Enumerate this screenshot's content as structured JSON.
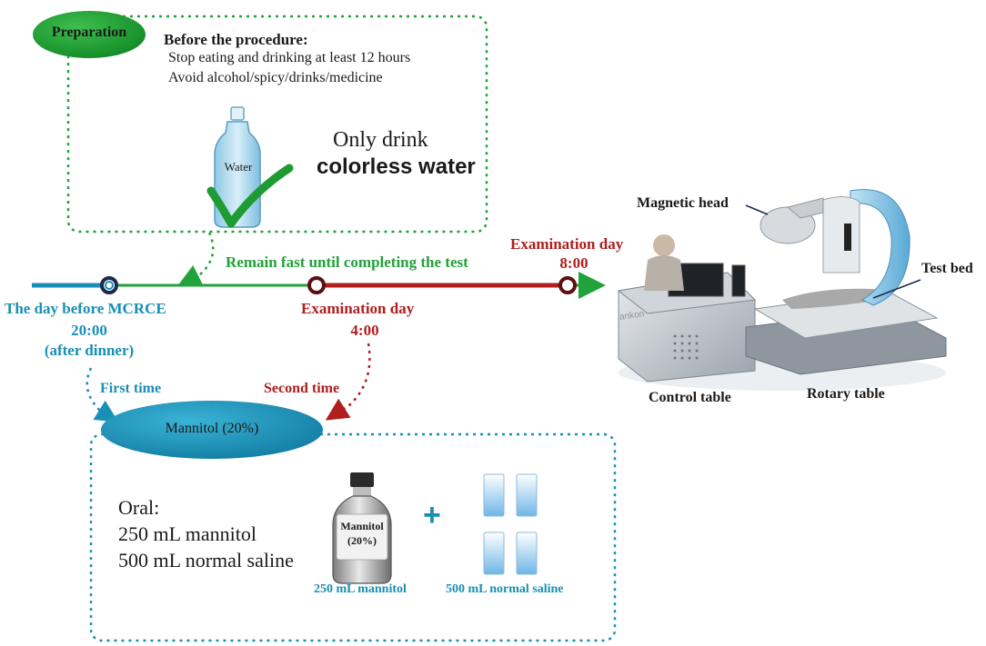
{
  "colors": {
    "green": "#22a23a",
    "dark_green": "#1a8a2a",
    "blue": "#1a8fb5",
    "red": "#b01e1e",
    "dark_red": "#7a1010",
    "navy": "#1b2a4a"
  },
  "preparation": {
    "badge": "Preparation",
    "heading": "Before the procedure:",
    "line1": "Stop eating and drinking at least 12 hours",
    "line2": "Avoid alcohol/spicy/drinks/medicine",
    "bottle_label": "Water",
    "drink_line1": "Only drink",
    "drink_line2": "colorless water"
  },
  "timeline": {
    "fast_label": "Remain fast until completing the test",
    "day_before_line1": "The day before MCRCE",
    "day_before_line2": "20:00",
    "day_before_line3": "(after dinner)",
    "exam_mid_line1": "Examination day",
    "exam_mid_line2": "4:00",
    "exam_end_line1": "Examination day",
    "exam_end_line2": "8:00"
  },
  "mannitol": {
    "first_time": "First time",
    "second_time": "Second time",
    "ellipse_label": "Mannitol (20%)",
    "oral_line1": "Oral:",
    "oral_line2": "250 mL mannitol",
    "oral_line3": "500 mL normal saline",
    "bottle_label_line1": "Mannitol",
    "bottle_label_line2": "(20%)",
    "plus": "+",
    "bottle_caption": "250 mL mannitol",
    "cups_caption": "500 mL normal saline"
  },
  "equipment": {
    "magnetic_head": "Magnetic head",
    "test_bed": "Test bed",
    "control_table": "Control table",
    "rotary_table": "Rotary table",
    "brand": "ankon"
  }
}
